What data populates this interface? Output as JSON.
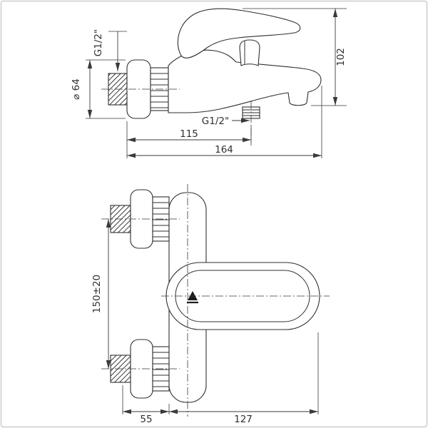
{
  "colors": {
    "line": "#2f2f2f",
    "dimension": "#3a3a3a",
    "background": "#ffffff",
    "frame": "#cccccc"
  },
  "side_view": {
    "labels": {
      "inlet_thread": "G1/2\"",
      "flange_diameter": "⌀ 64",
      "overall_height": "102",
      "shower_outlet_thread": "G1/2\"",
      "depth_to_outlet": "115",
      "overall_depth": "164"
    }
  },
  "front_view": {
    "labels": {
      "mounting_centers": "150±20",
      "wall_offset": "55",
      "handle_reach": "127"
    }
  }
}
